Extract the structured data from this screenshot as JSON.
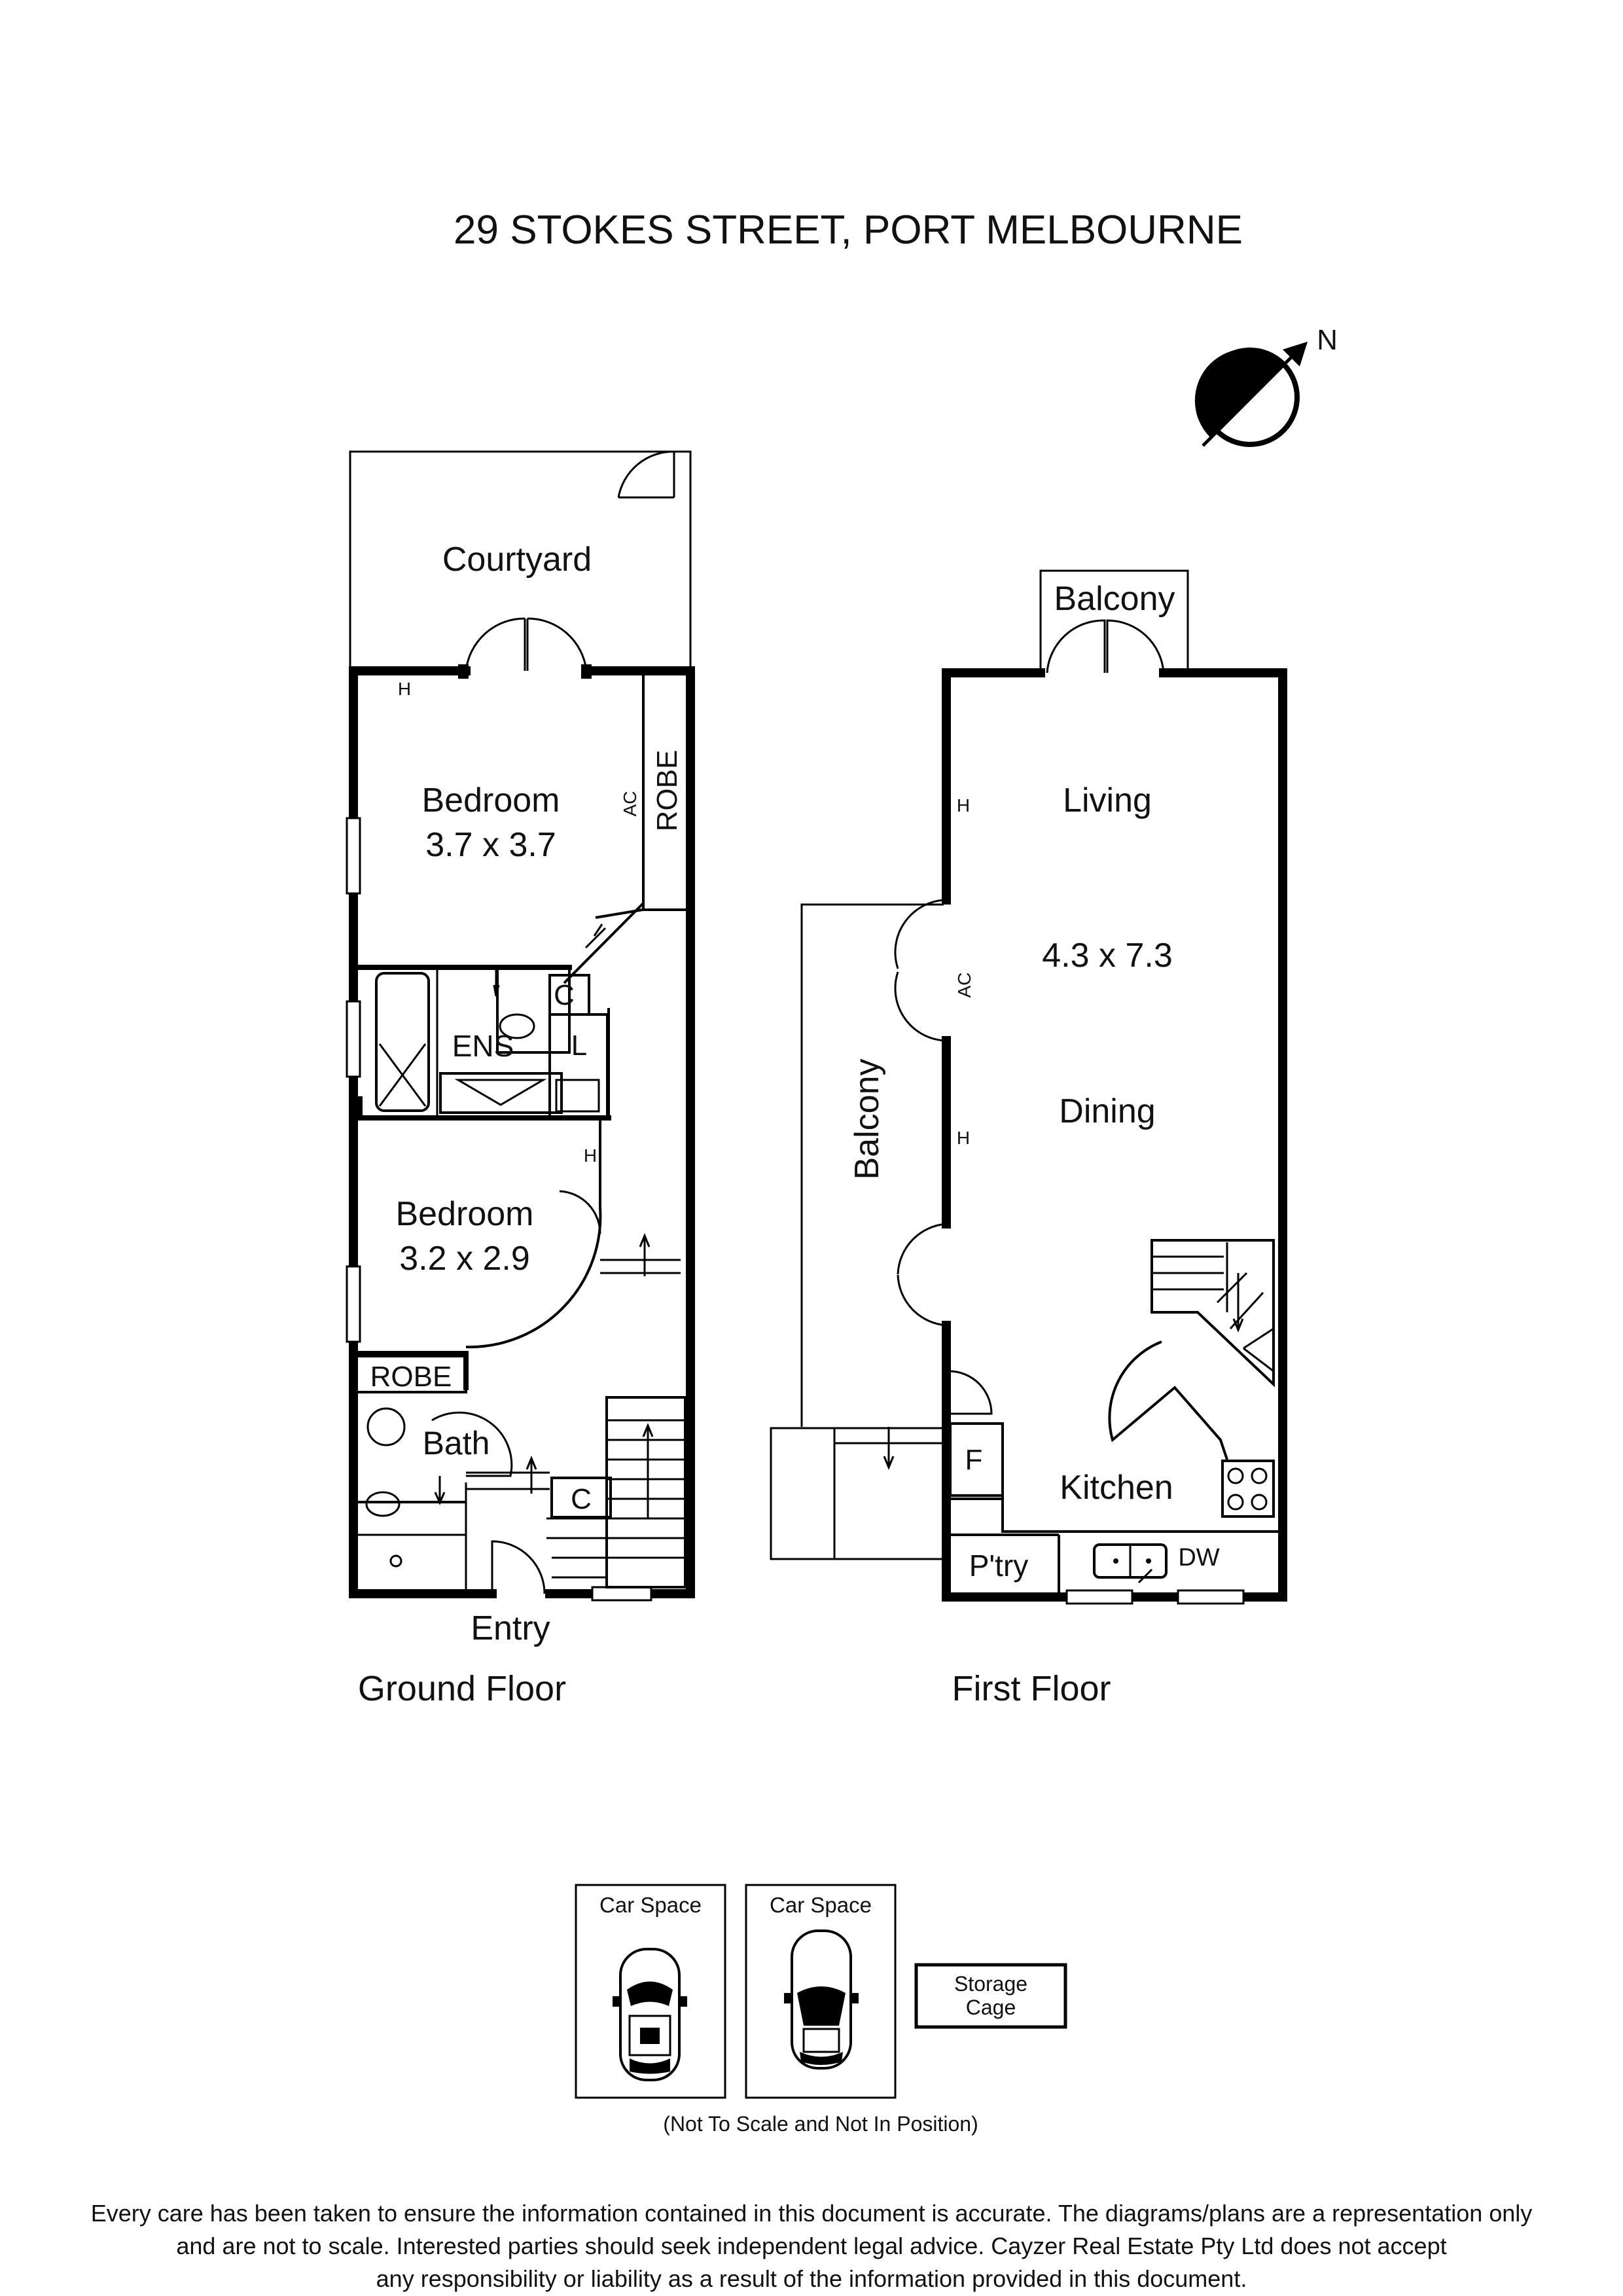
{
  "title": "29 STOKES STREET, PORT MELBOURNE",
  "compass": {
    "label": "N"
  },
  "ground_floor": {
    "label": "Ground Floor",
    "rooms": {
      "courtyard": "Courtyard",
      "bedroom1_name": "Bedroom",
      "bedroom1_size": "3.7 x 3.7",
      "robe1": "ROBE",
      "ac": "AC",
      "heater_mark": "H",
      "ens": "ENS",
      "cupboard": "C",
      "linen": "L",
      "bedroom2_name": "Bedroom",
      "bedroom2_size": "3.2 x 2.9",
      "robe2": "ROBE",
      "bath": "Bath",
      "entry": "Entry"
    }
  },
  "first_floor": {
    "label": "First Floor",
    "rooms": {
      "balcony_top": "Balcony",
      "living": "Living",
      "living_size": "4.3 x 7.3",
      "dining": "Dining",
      "balcony_side": "Balcony",
      "ac": "AC",
      "heater_mark": "H",
      "fridge": "F",
      "kitchen": "Kitchen",
      "pantry": "P'try",
      "dishwasher": "DW"
    }
  },
  "parking": {
    "car_space_1": "Car Space",
    "car_space_2": "Car Space",
    "storage_line1": "Storage",
    "storage_line2": "Cage",
    "note": "(Not To Scale and Not In Position)"
  },
  "disclaimer": {
    "line1": "Every care has been taken to ensure the information contained in this document is accurate. The diagrams/plans are a representation only",
    "line2": "and are not to scale. Interested parties should seek independent legal advice. Cayzer Real Estate Pty Ltd does not accept",
    "line3": "any responsibility or liability as a result of the information provided in this document."
  }
}
